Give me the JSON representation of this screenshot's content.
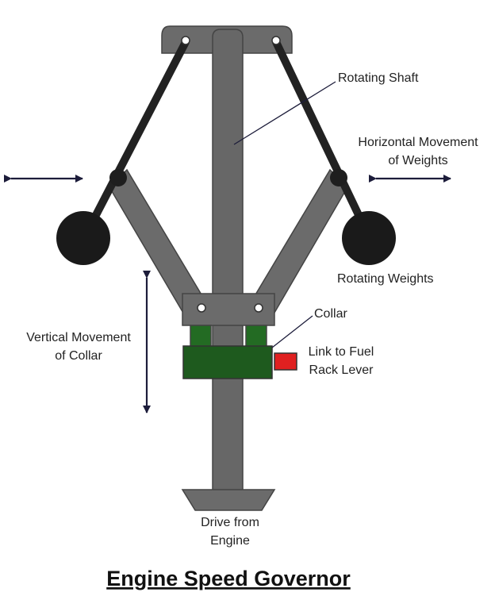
{
  "title": "Engine Speed Governor",
  "labels": {
    "rotating_shaft": "Rotating Shaft",
    "horizontal_movement_line1": "Horizontal Movement",
    "horizontal_movement_line2": "of Weights",
    "rotating_weights": "Rotating Weights",
    "vertical_movement_line1": "Vertical Movement",
    "vertical_movement_line2": "of Collar",
    "collar": "Collar",
    "link_line1": "Link to Fuel",
    "link_line2": "Rack Lever",
    "drive_line1": "Drive from",
    "drive_line2": "Engine"
  },
  "colors": {
    "background": "#ffffff",
    "shaft": "#676767",
    "mechanism_gray": "#6b6b6b",
    "arm": "#222222",
    "weight": "#1a1a1a",
    "collar": "#1e5a1e",
    "collar_stud": "#236b23",
    "link": "#e02020",
    "arrow": "#1c1c3a",
    "text": "#222222"
  }
}
